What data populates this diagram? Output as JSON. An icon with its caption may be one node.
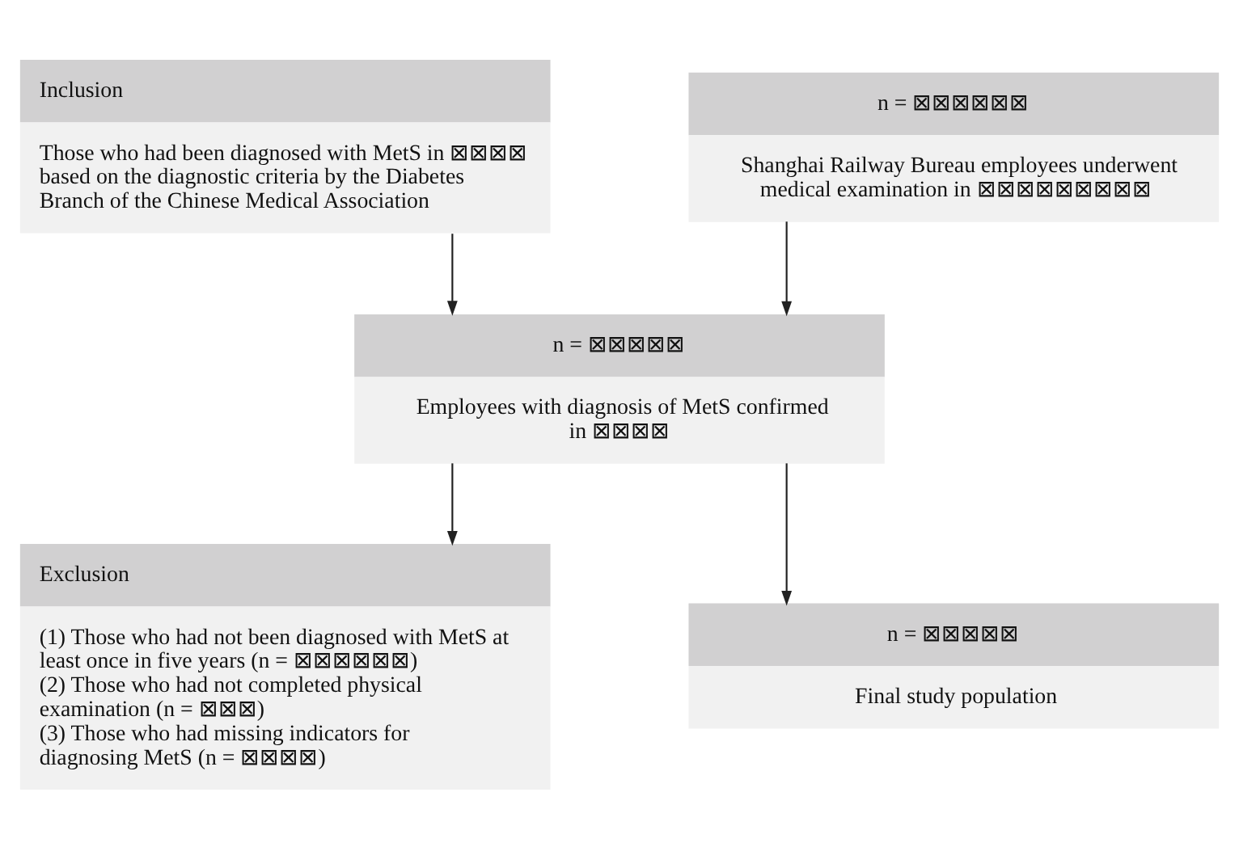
{
  "diagram": {
    "nodes": [
      {
        "text": [
          "n = ⊠⊠⊠⊠⊠⊠",
          "Shanghai Railway Bureau employees underwent medical examination in ⊠⊠⊠⊠⊠⊠⊠⊠⊠"
        ]
      },
      {
        "text": [
          "Inclusion",
          "Those who had been diagnosed with MetS in ⊠⊠⊠⊠ based on the diagnostic criteria by the Diabetes Branch of the Chinese Medical Association"
        ]
      },
      {
        "text": [
          "n = ⊠⊠⊠⊠⊠",
          "Employees with diagnosis of MetS confirmed in ⊠⊠⊠⊠"
        ]
      },
      {
        "text": [
          "Exclusion",
          "(1) Those who had not been diagnosed with MetS at least once in five years (n = ⊠⊠⊠⊠⊠⊠)",
          "(2) Those who had not completed physical examination (n = ⊠⊠⊠)",
          "(3) Those who had missing indicators for diagnosing MetS (n = ⊠⊠⊠⊠)"
        ]
      },
      {
        "text": [
          "n = ⊠⊠⊠⊠⊠",
          "Final study population"
        ]
      }
    ],
    "edges": [
      {
        "from": 0,
        "to": 2,
        "arrow": "to"
      },
      {
        "from": 1,
        "to": 2,
        "arrow": "to"
      },
      {
        "from": 2,
        "to": 3,
        "arrow": "to"
      },
      {
        "from": 2,
        "to": 4,
        "arrow": "to"
      }
    ]
  }
}
